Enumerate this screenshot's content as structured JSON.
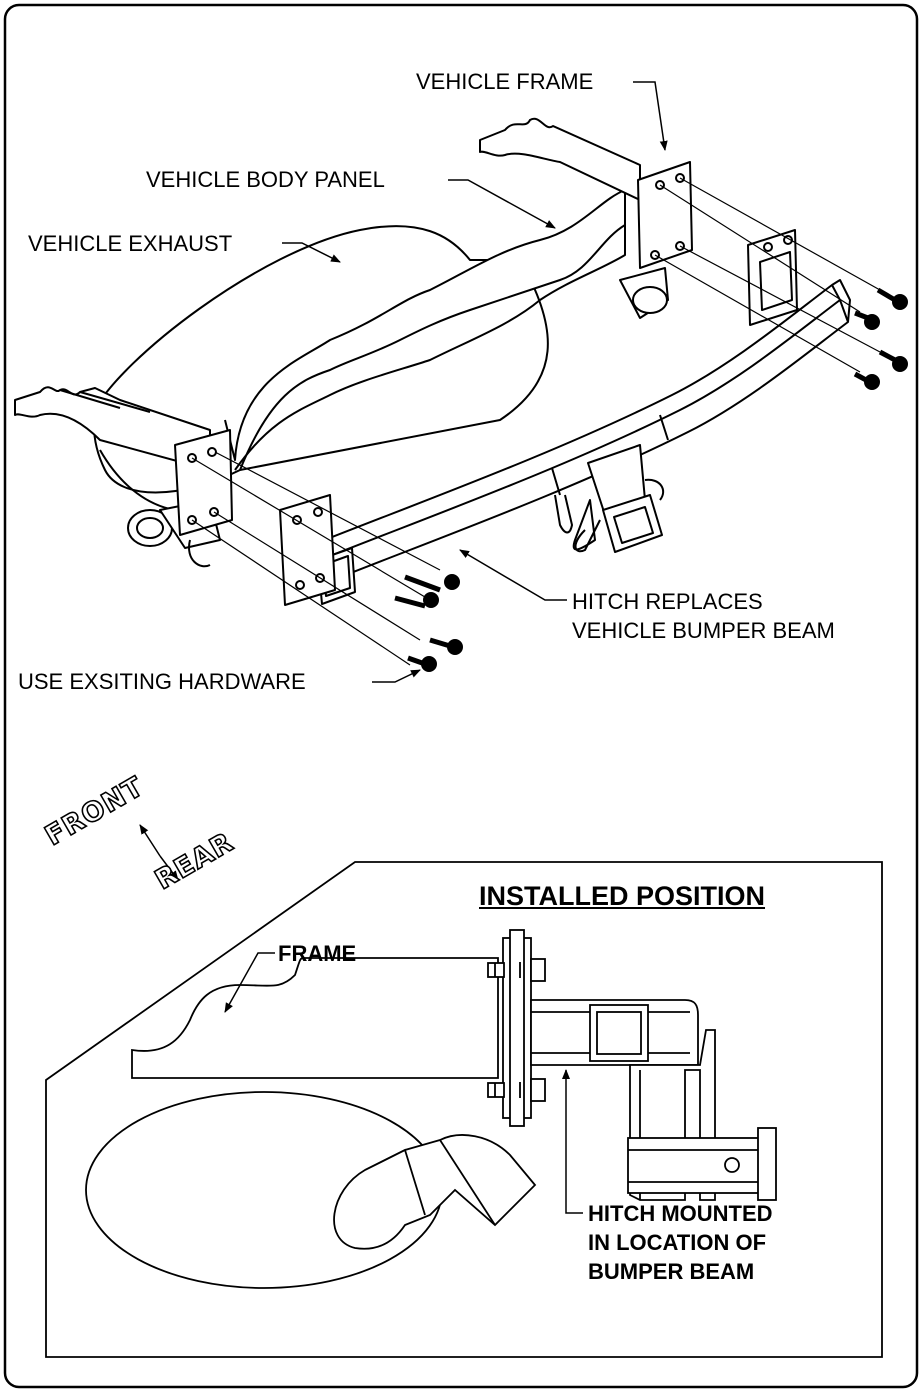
{
  "labels": {
    "vehicle_frame": "VEHICLE FRAME",
    "vehicle_body_panel": "VEHICLE BODY PANEL",
    "vehicle_exhaust": "VEHICLE EXHAUST",
    "hitch_replaces_1": "HITCH REPLACES",
    "hitch_replaces_2": "VEHICLE BUMPER BEAM",
    "use_existing_hardware": "USE EXSITING HARDWARE"
  },
  "orientation": {
    "front": "FRONT",
    "rear": "REAR"
  },
  "installed_position": {
    "title": "INSTALLED POSITION",
    "frame": "FRAME",
    "hitch_mounted_1": "HITCH MOUNTED",
    "hitch_mounted_2": "IN LOCATION OF",
    "hitch_mounted_3": "BUMPER BEAM"
  }
}
